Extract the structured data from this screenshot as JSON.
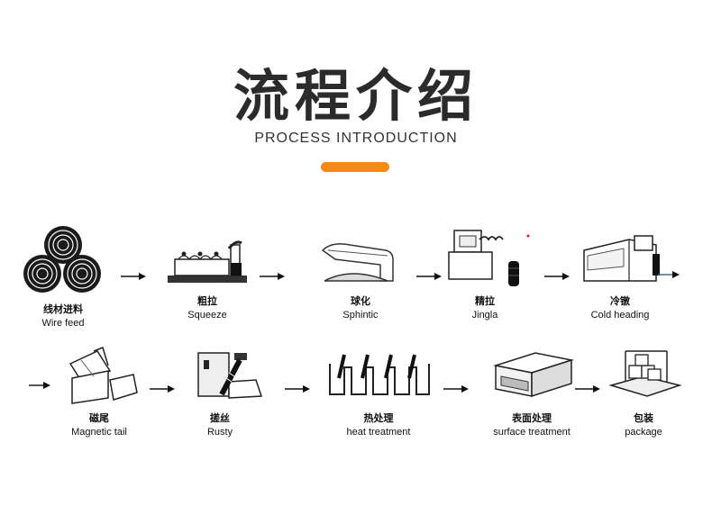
{
  "header": {
    "title": "流程介绍",
    "subtitle": "PROCESS INTRODUCTION",
    "accent_color": "#f28a1a"
  },
  "steps": [
    {
      "cn": "线材进料",
      "en": "Wire feed",
      "icon": "wire-coil-icon"
    },
    {
      "cn": "粗拉",
      "en": "Squeeze",
      "icon": "squeeze-machine-icon"
    },
    {
      "cn": "球化",
      "en": "Sphintic",
      "icon": "spheroidizing-icon"
    },
    {
      "cn": "精拉",
      "en": "Jingla",
      "icon": "fine-drawing-icon"
    },
    {
      "cn": "冷镦",
      "en": "Cold heading",
      "icon": "cold-heading-machine-icon"
    },
    {
      "cn": "磁尾",
      "en": "Magnetic tail",
      "icon": "magnetic-tail-icon"
    },
    {
      "cn": "搓丝",
      "en": "Rusty",
      "icon": "thread-rolling-icon"
    },
    {
      "cn": "热处理",
      "en": "heat treatment",
      "icon": "heat-treatment-icon"
    },
    {
      "cn": "表面处理",
      "en": "surface treatment",
      "icon": "surface-treatment-icon"
    },
    {
      "cn": "包装",
      "en": "package",
      "icon": "package-icon"
    }
  ]
}
